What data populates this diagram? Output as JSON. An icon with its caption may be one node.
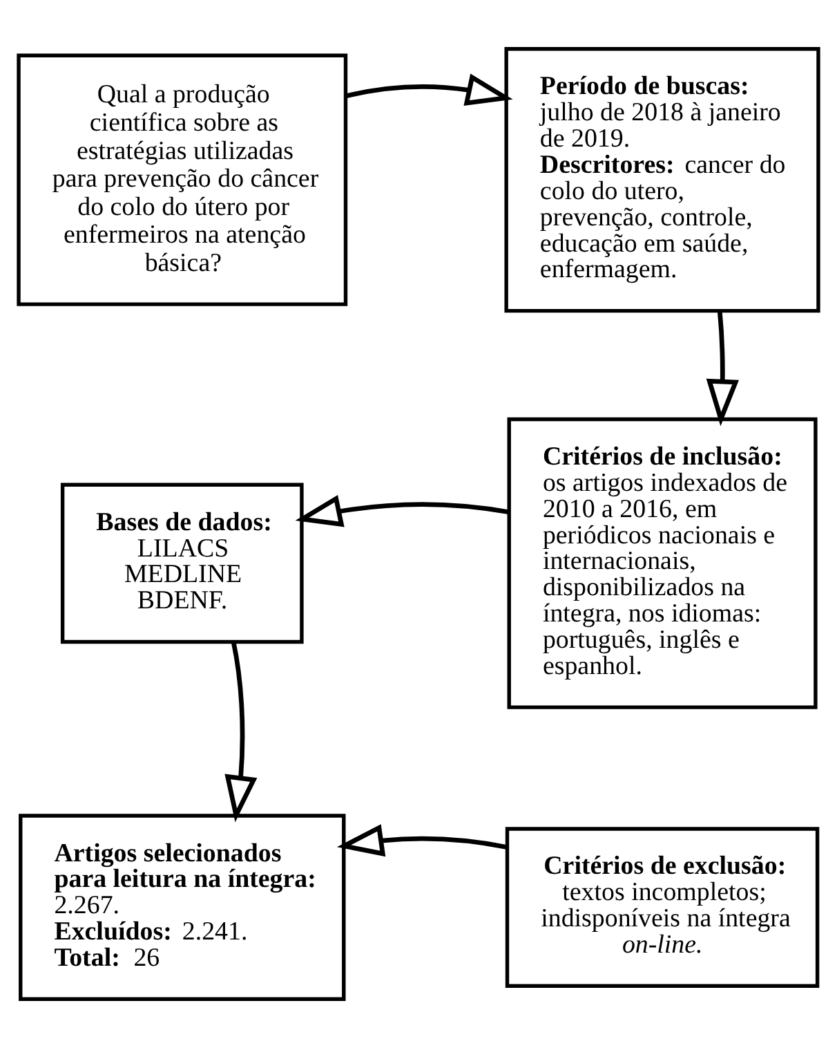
{
  "diagram": {
    "nodes": [
      {
        "text": [
          "Qual a produção científica sobre as estratégias utilizadas para prevenção do câncer do colo do útero por enfermeiros na atenção básica?"
        ]
      },
      {
        "text": [
          "Período de buscas:",
          "julho de 2018 à janeiro de 2019.",
          "**Descritores:** cancer do colo do utero, prevenção, controle, educação em saúde, enfermagem."
        ]
      },
      {
        "text": [
          "Bases de dados:",
          "LILACS",
          "MEDLINE",
          "BDENF."
        ]
      },
      {
        "text": [
          "Critérios de inclusão:",
          "os artigos indexados de 2010 a 2016, em periódicos nacionais e internacionais, disponibilizados na íntegra, nos idiomas: português, inglês e espanhol."
        ]
      },
      {
        "text": [
          "**Artigos selecionados para leitura na íntegra:** 2.267.",
          "**Excluídos:** 2.241.",
          "**Total:** 26"
        ]
      },
      {
        "text": [
          "Critérios de exclusão:",
          "textos incompletos; indisponíveis na íntegra *on-line.*"
        ]
      }
    ],
    "edges": [
      {
        "from": 0,
        "to": 1,
        "arrow": "to"
      },
      {
        "from": 1,
        "to": 3,
        "arrow": "to"
      },
      {
        "from": 3,
        "to": 2,
        "arrow": "to"
      },
      {
        "from": 2,
        "to": 4,
        "arrow": "to"
      },
      {
        "from": 5,
        "to": 4,
        "arrow": "to"
      }
    ]
  }
}
